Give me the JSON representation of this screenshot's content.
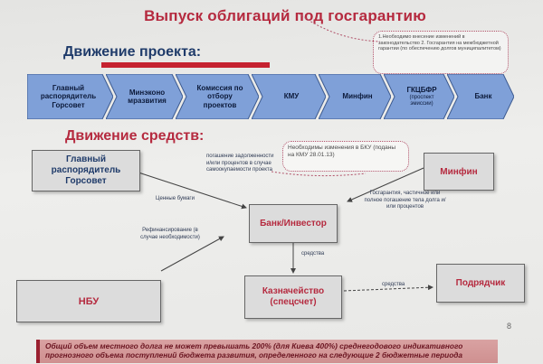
{
  "title": "Выпуск облигаций под госгарантию",
  "project_section": {
    "title": "Движение проекта:",
    "steps": [
      {
        "label": "Главный распорядитель Горсовет"
      },
      {
        "label": "Минэконо мразвития"
      },
      {
        "label": "Комиссия по отбору проектов"
      },
      {
        "label": "КМУ"
      },
      {
        "label": "Минфин"
      },
      {
        "label": "ГКЦБФР",
        "sub": "(проспект эмиссии)"
      },
      {
        "label": "Банк"
      }
    ]
  },
  "callout_top": "1.Необходимо внесение изменений в законодательство 2. Госгарантия на межбюджетной гарантии (по обеспечению долгов муниципалитетом)",
  "funds_section": {
    "title": "Движение средств:",
    "callout": "Необходимы изменения в БКУ (поданы на КМУ 28.01.13)",
    "boxes": {
      "gorsovet": "Главный распорядитель Горсовет",
      "minfin": "Минфин",
      "bank": "Банк/Инвестор",
      "nbu": "НБУ",
      "kazn": "Казначейство (спецсчет)",
      "podr": "Подрядчик"
    },
    "notes": {
      "pogashenie": "погашение задолженности и/или процентов в случае самоокупаемости проекта",
      "cennye": "Ценные бумаги",
      "garantia": "Госгарантия, частичное или полное погашение тела долга и/или процентов",
      "refin": "Рефинансирование (в случае необходимости)",
      "sredstva1": "средства",
      "sredstva2": "средства"
    }
  },
  "page_number": "8",
  "footer": "Общий объем местного долга не может превышать 200% (для Киева 400%) среднегодового индикативного прогнозного объема поступлений бюджета развития, определенного на следующие 2 бюджетные периода",
  "colors": {
    "accent_red": "#b52a3f",
    "chevron_fill": "#7fa0d8",
    "navy": "#1f3b6a"
  }
}
